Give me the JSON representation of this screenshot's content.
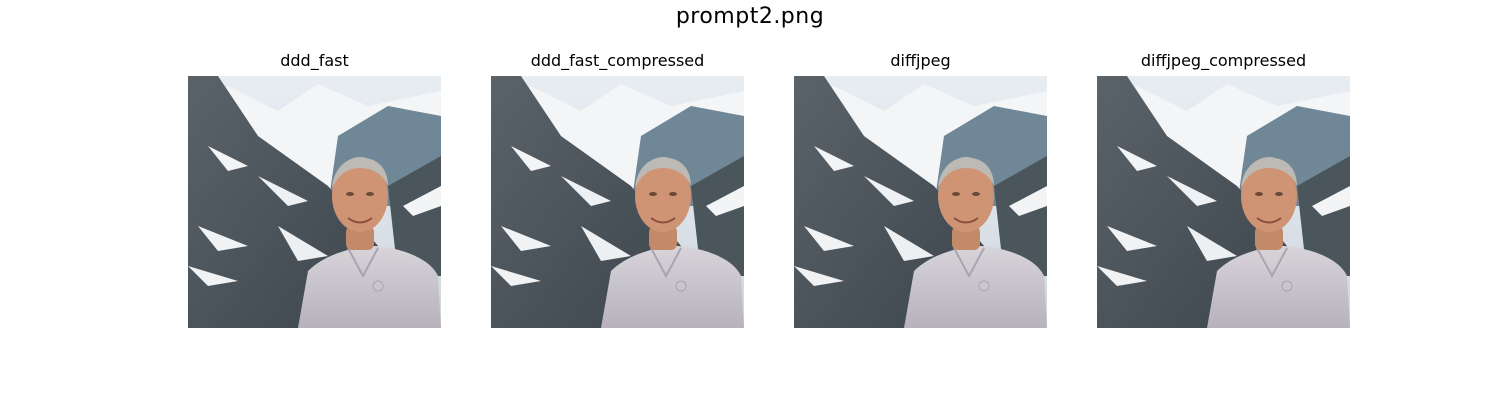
{
  "figure": {
    "title": "prompt2.png"
  },
  "panels": [
    {
      "title": "ddd_fast"
    },
    {
      "title": "ddd_fast_compressed"
    },
    {
      "title": "diffjpeg"
    },
    {
      "title": "diffjpeg_compressed"
    }
  ]
}
